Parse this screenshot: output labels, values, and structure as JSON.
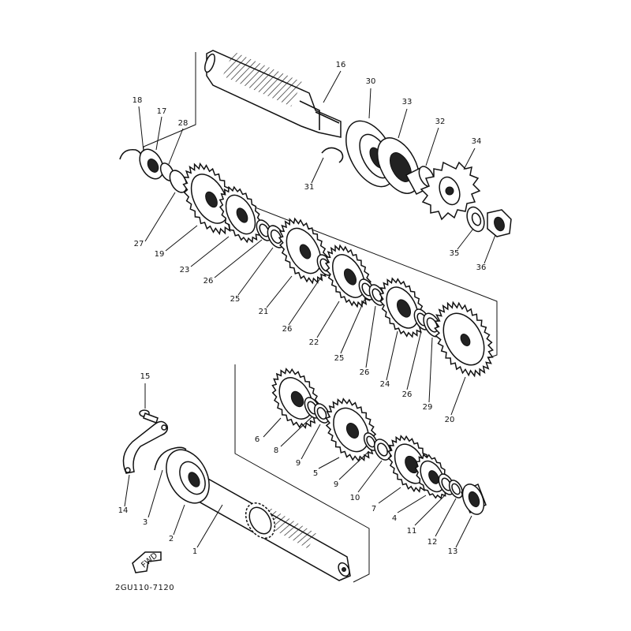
{
  "diagram": {
    "drawing_code": "2GU110-7120",
    "fwd_label": "FWD",
    "callouts": [
      {
        "id": "1",
        "label": "1"
      },
      {
        "id": "2",
        "label": "2"
      },
      {
        "id": "3",
        "label": "3"
      },
      {
        "id": "4",
        "label": "4"
      },
      {
        "id": "5",
        "label": "5"
      },
      {
        "id": "6",
        "label": "6"
      },
      {
        "id": "7",
        "label": "7"
      },
      {
        "id": "8",
        "label": "8"
      },
      {
        "id": "9a",
        "label": "9"
      },
      {
        "id": "9b",
        "label": "9"
      },
      {
        "id": "10",
        "label": "10"
      },
      {
        "id": "11",
        "label": "11"
      },
      {
        "id": "12",
        "label": "12"
      },
      {
        "id": "13",
        "label": "13"
      },
      {
        "id": "14",
        "label": "14"
      },
      {
        "id": "15",
        "label": "15"
      },
      {
        "id": "16",
        "label": "16"
      },
      {
        "id": "17",
        "label": "17"
      },
      {
        "id": "18",
        "label": "18"
      },
      {
        "id": "19",
        "label": "19"
      },
      {
        "id": "20",
        "label": "20"
      },
      {
        "id": "21",
        "label": "21"
      },
      {
        "id": "22",
        "label": "22"
      },
      {
        "id": "23",
        "label": "23"
      },
      {
        "id": "24",
        "label": "24"
      },
      {
        "id": "25a",
        "label": "25"
      },
      {
        "id": "25b",
        "label": "25"
      },
      {
        "id": "26a",
        "label": "26"
      },
      {
        "id": "26b",
        "label": "26"
      },
      {
        "id": "26c",
        "label": "26"
      },
      {
        "id": "26d",
        "label": "26"
      },
      {
        "id": "27",
        "label": "27"
      },
      {
        "id": "28",
        "label": "28"
      },
      {
        "id": "29",
        "label": "29"
      },
      {
        "id": "30",
        "label": "30"
      },
      {
        "id": "31",
        "label": "31"
      },
      {
        "id": "32",
        "label": "32"
      },
      {
        "id": "33",
        "label": "33"
      },
      {
        "id": "34",
        "label": "34"
      },
      {
        "id": "35",
        "label": "35"
      },
      {
        "id": "36",
        "label": "36"
      }
    ]
  }
}
